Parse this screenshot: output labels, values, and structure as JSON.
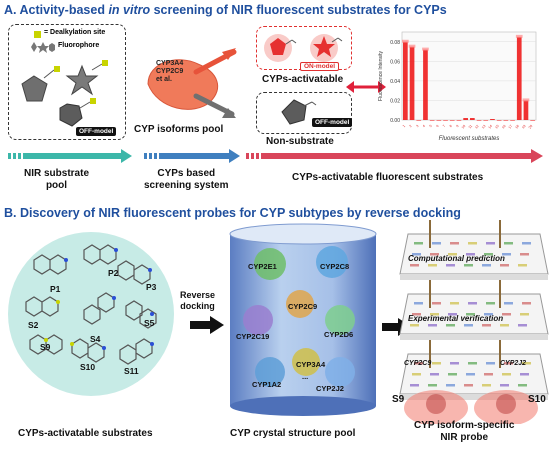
{
  "panelA": {
    "title_pre": "A. Activity-based ",
    "title_italic": "in vitro",
    "title_post": " screening of NIR fluorescent substrates for CYPs",
    "legend_dealkylation": "= Dealkylation site",
    "legend_fluorophore": "Fluorophore",
    "off_model_chip": "OFF-model",
    "on_model_chip": "ON-model",
    "off_model_chip2": "OFF-model",
    "enzyme_label": "CYP3A4\nCYP2C9\net al.",
    "enzyme_line1": "CYP3A4",
    "enzyme_line2": "CYP2C9",
    "enzyme_line3": "et al.",
    "isoforms_pool": "CYP isoforms pool",
    "cyps_activatable": "CYPs-activatable",
    "non_substrate": "Non-substrate",
    "arrow_nir_pool_1": "NIR substrate",
    "arrow_nir_pool_2": "pool",
    "arrow_screening_1": "CYPs based",
    "arrow_screening_2": "screening system",
    "arrow_activatable": "CYPs-activatable fluorescent substrates",
    "chart_xlabel": "Fluorescent substrates",
    "chart_ylabel": "Fluorescence Intensity"
  },
  "panelB": {
    "title": "B. Discovery of NIR fluorescent probes for CYP subtypes by reverse docking",
    "substrates": [
      "P1",
      "P2",
      "P3",
      "S2",
      "S4",
      "S5",
      "S9",
      "S10",
      "S11"
    ],
    "substrates_caption": "CYPs-activatable substrates",
    "reverse_docking_1": "Reverse",
    "reverse_docking_2": "docking",
    "cyps": [
      "CYP2E1",
      "CYP2C8",
      "CYP2C9",
      "CYP2C19",
      "CYP2D6",
      "CYP3A4",
      "CYP1A2",
      "CYP2J2"
    ],
    "cyp_more": "...",
    "pool_caption": "CYP crystal structure pool",
    "computational": "Computational prediction",
    "experimental": "Experimental verification",
    "plate3_left": "CYP2C9",
    "plate3_right": "CYP2J2",
    "probe_left": "S9",
    "probe_right": "S10",
    "probe_caption_1": "CYP isoform-specific",
    "probe_caption_2": "NIR probe"
  },
  "chart_data": {
    "type": "bar",
    "categories": [
      "1",
      "2",
      "3",
      "4",
      "5",
      "6",
      "7",
      "8",
      "9",
      "10",
      "11",
      "12",
      "13",
      "14",
      "15",
      "16",
      "17",
      "18",
      "19",
      "20"
    ],
    "values": [
      0.08,
      0.075,
      0.0,
      0.072,
      0.0,
      0.0,
      0.0,
      0.0,
      0.0,
      0.002,
      0.002,
      0.0,
      0.0,
      0.001,
      0.0,
      0.0,
      0.0,
      0.085,
      0.02,
      0.0
    ],
    "ylim": [
      0,
      0.09
    ],
    "yticks": [
      0.0,
      0.02,
      0.04,
      0.06,
      0.08
    ],
    "ytick_labels": [
      "0.00",
      "0.02",
      "0.04",
      "0.06",
      "0.08"
    ],
    "xlabel": "Fluorescent substrates",
    "ylabel": "Fluorescence Intensity",
    "bar_color": "#ee1c1c",
    "grid": true
  },
  "colors": {
    "title_blue": "#1f4f9e",
    "arrow_teal": "#3cb7a9",
    "arrow_blue": "#3f7fbf",
    "arrow_red": "#d9455a",
    "on_red": "#e63030",
    "pool_teal": "#bfe8e2"
  }
}
